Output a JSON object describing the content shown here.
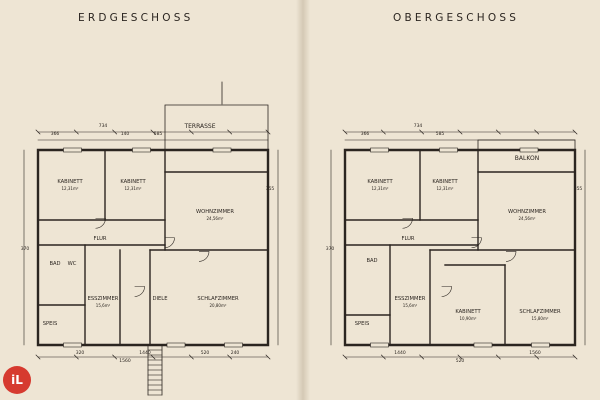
{
  "titles": {
    "left": "ERDGESCHOSS",
    "right": "OBERGESCHOSS"
  },
  "logo": {
    "text": "iL",
    "color": "#d63a2f"
  },
  "colors": {
    "paper": "#eee5d4",
    "ink": "#2b2520"
  },
  "plans": {
    "left": {
      "exterior_label": "TERRASSE",
      "rooms": [
        {
          "key": "kabinett_1",
          "name": "KABINETT",
          "area": "12,31m²"
        },
        {
          "key": "kabinett_2",
          "name": "KABINETT",
          "area": "12,31m²"
        },
        {
          "key": "wohnzimmer",
          "name": "WOHNZIMMER",
          "area": "24,56m²"
        },
        {
          "key": "flur",
          "name": "FLUR",
          "area": ""
        },
        {
          "key": "bad",
          "name": "BAD",
          "area": ""
        },
        {
          "key": "wc",
          "name": "WC",
          "area": ""
        },
        {
          "key": "essecke",
          "name": "ESSZIMMER",
          "area": "15,6m²"
        },
        {
          "key": "diele",
          "name": "DIELE",
          "area": ""
        },
        {
          "key": "schlafzimmer",
          "name": "SCHLAFZIMMER",
          "area": "20,80m²"
        },
        {
          "key": "speis",
          "name": "SPEIS",
          "area": ""
        }
      ],
      "dimensions": [
        "734",
        "366",
        "140",
        "585",
        "370",
        "355",
        "320",
        "1440",
        "520",
        "240",
        "1560"
      ]
    },
    "right": {
      "exterior_label": "BALKON",
      "rooms": [
        {
          "key": "kabinett_1",
          "name": "KABINETT",
          "area": "12,31m²"
        },
        {
          "key": "kabinett_2",
          "name": "KABINETT",
          "area": "12,31m²"
        },
        {
          "key": "wohnzimmer",
          "name": "WOHNZIMMER",
          "area": "24,56m²"
        },
        {
          "key": "flur",
          "name": "FLUR",
          "area": ""
        },
        {
          "key": "bad",
          "name": "BAD",
          "area": ""
        },
        {
          "key": "essecke",
          "name": "ESSZIMMER",
          "area": "15,6m²"
        },
        {
          "key": "kabinett_3",
          "name": "KABINETT",
          "area": "10,90m²"
        },
        {
          "key": "schlafzimmer",
          "name": "SCHLAFZIMMER",
          "area": "15,80m²"
        },
        {
          "key": "speis",
          "name": "SPEIS",
          "area": ""
        }
      ],
      "dimensions": [
        "734",
        "366",
        "585",
        "370",
        "355",
        "1440",
        "520",
        "1560"
      ]
    }
  }
}
